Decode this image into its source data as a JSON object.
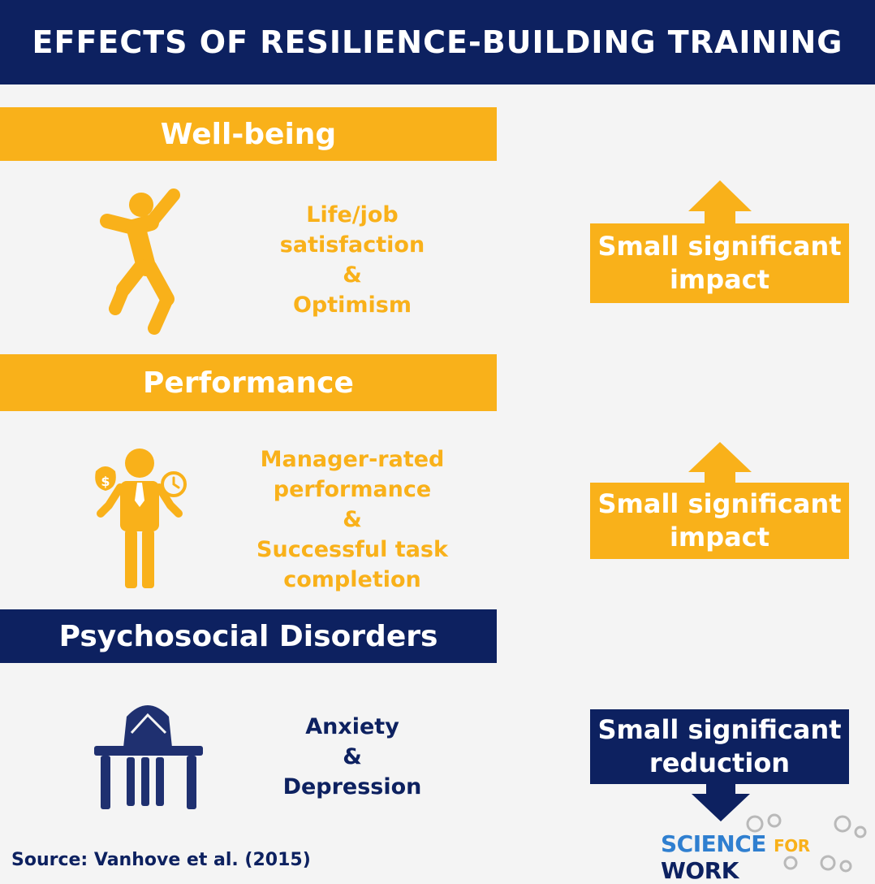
{
  "title": "EFFECTS OF RESILIENCE-BUILDING TRAINING",
  "colors": {
    "navy": "#0d2160",
    "gold": "#f9b11a",
    "background": "#f4f4f4"
  },
  "sections": [
    {
      "heading": "Well-being",
      "icon": "jumping-person-icon",
      "description": [
        "Life/job",
        "satisfaction",
        "&",
        "Optimism"
      ],
      "impact": [
        "Small significant",
        "impact"
      ],
      "direction": "up"
    },
    {
      "heading": "Performance",
      "icon": "businessman-money-clock-icon",
      "description": [
        "Manager-rated",
        "performance",
        "&",
        "Successful task",
        "completion"
      ],
      "impact": [
        "Small significant",
        "impact"
      ],
      "direction": "up"
    },
    {
      "heading": "Psychosocial Disorders",
      "icon": "stressed-person-desk-icon",
      "description": [
        "Anxiety",
        "&",
        "Depression"
      ],
      "impact": [
        "Small significant",
        "reduction"
      ],
      "direction": "down"
    }
  ],
  "source": "Source: Vanhove et al. (2015)",
  "logo": {
    "part1": "SCIENCE",
    "part2": "FOR",
    "part3": "WORK"
  }
}
